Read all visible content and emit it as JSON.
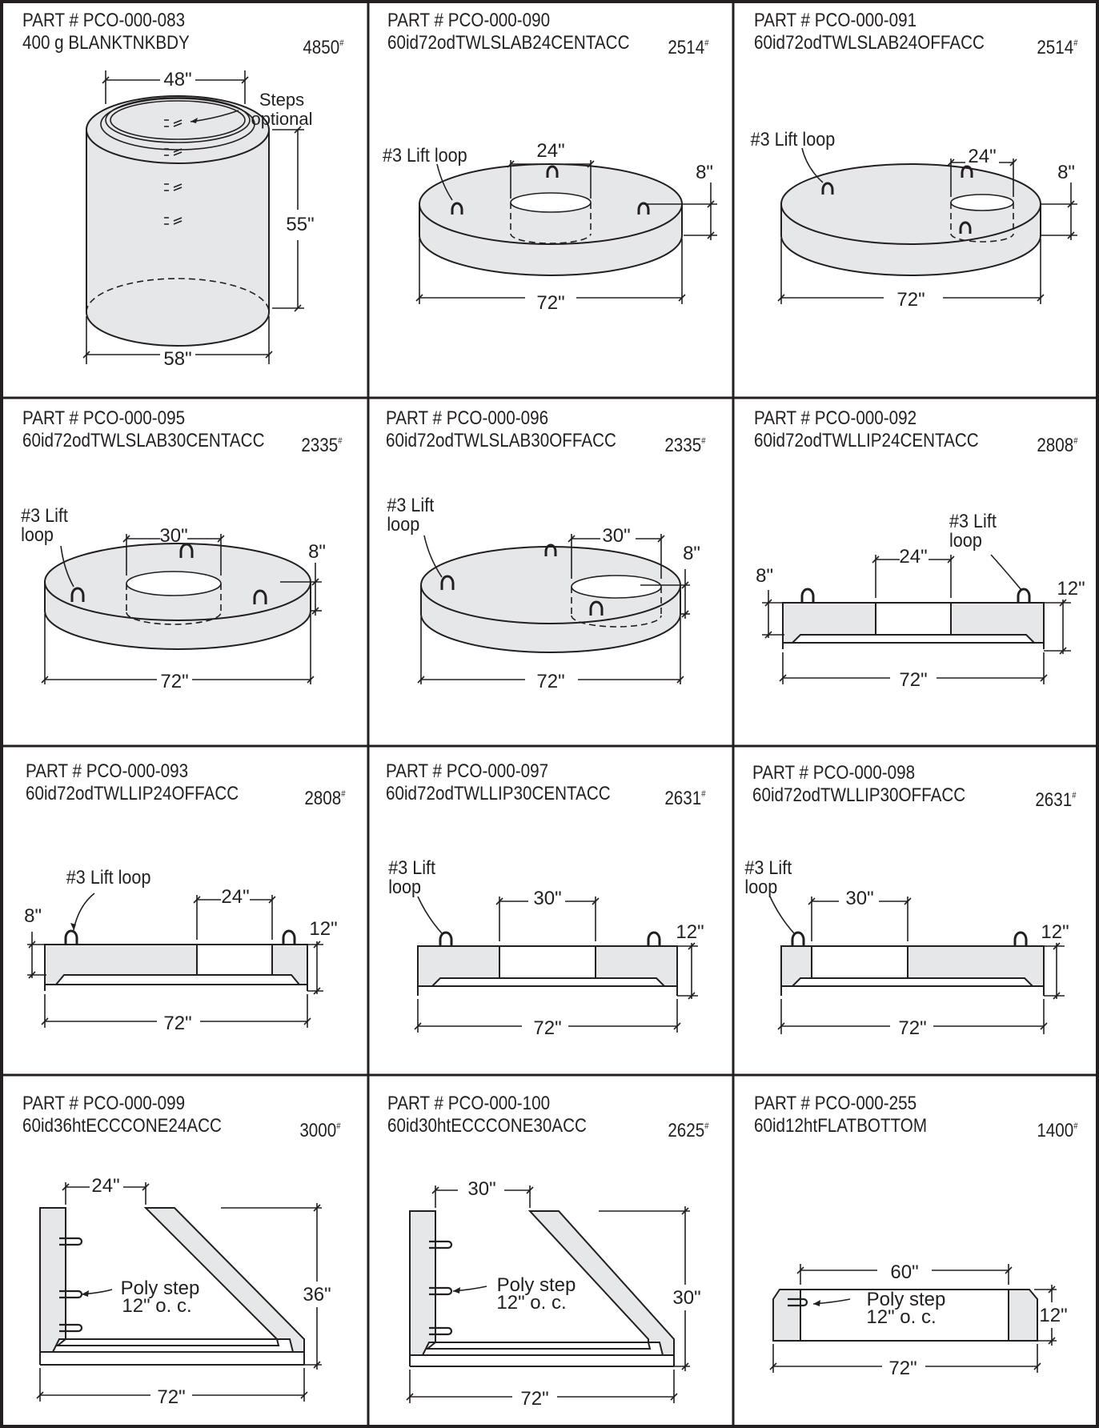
{
  "border_color": "#231f20",
  "fill_color": "#e6e7e8",
  "cells": [
    {
      "part": "PART # PCO-000-083",
      "name": "400 g BLANKTNKBDY",
      "weight": "4850",
      "dims": {
        "top": "48\"",
        "height": "55\"",
        "bottom": "58\""
      },
      "note": [
        "Steps",
        "optional"
      ]
    },
    {
      "part": "PART # PCO-000-090",
      "name": "60id72odTWLSLAB24CENTACC",
      "weight": "2514",
      "dims": {
        "opening": "24\"",
        "thick": "8\"",
        "width": "72\""
      },
      "loop": "#3 Lift loop"
    },
    {
      "part": "PART # PCO-000-091",
      "name": "60id72odTWLSLAB24OFFACC",
      "weight": "2514",
      "dims": {
        "opening": "24\"",
        "thick": "8\"",
        "width": "72\""
      },
      "loop": "#3 Lift loop"
    },
    {
      "part": "PART # PCO-000-095",
      "name": "60id72odTWLSLAB30CENTACC",
      "weight": "2335",
      "dims": {
        "opening": "30\"",
        "thick": "8\"",
        "width": "72\""
      },
      "loop": [
        "#3 Lift",
        "loop"
      ]
    },
    {
      "part": "PART # PCO-000-096",
      "name": "60id72odTWLSLAB30OFFACC",
      "weight": "2335",
      "dims": {
        "opening": "30\"",
        "thick": "8\"",
        "width": "72\""
      },
      "loop": [
        "#3 Lift",
        "loop"
      ]
    },
    {
      "part": "PART # PCO-000-092",
      "name": "60id72odTWLLIP24CENTACC",
      "weight": "2808",
      "dims": {
        "opening": "24\"",
        "left": "8\"",
        "right": "12\"",
        "width": "72\""
      },
      "loop": [
        "#3 Lift",
        "loop"
      ]
    },
    {
      "part": "PART # PCO-000-093",
      "name": "60id72odTWLLIP24OFFACC",
      "weight": "2808",
      "dims": {
        "opening": "24\"",
        "left": "8\"",
        "right": "12\"",
        "width": "72\""
      },
      "loop": "#3 Lift loop"
    },
    {
      "part": "PART # PCO-000-097",
      "name": "60id72odTWLLIP30CENTACC",
      "weight": "2631",
      "dims": {
        "opening": "30\"",
        "right": "12\"",
        "width": "72\""
      },
      "loop": [
        "#3 Lift",
        "loop"
      ]
    },
    {
      "part": "PART # PCO-000-098",
      "name": "60id72odTWLLIP30OFFACC",
      "weight": "2631",
      "dims": {
        "opening": "30\"",
        "right": "12\"",
        "width": "72\""
      },
      "loop": [
        "#3 Lift",
        "loop"
      ]
    },
    {
      "part": "PART # PCO-000-099",
      "name": "60id36htECCCONE24ACC",
      "weight": "3000",
      "dims": {
        "opening": "24\"",
        "height": "36\"",
        "width": "72\""
      },
      "note": [
        "Poly step",
        "12\" o. c."
      ]
    },
    {
      "part": "PART # PCO-000-100",
      "name": "60id30htECCCONE30ACC",
      "weight": "2625",
      "dims": {
        "opening": "30\"",
        "height": "30\"",
        "width": "72\""
      },
      "note": [
        "Poly step",
        "12\" o. c."
      ]
    },
    {
      "part": "PART # PCO-000-255",
      "name": "60id12htFLATBOTTOM",
      "weight": "1400",
      "dims": {
        "opening": "60\"",
        "height": "12\"",
        "width": "72\""
      },
      "note": [
        "Poly step",
        "12\" o. c."
      ]
    }
  ]
}
